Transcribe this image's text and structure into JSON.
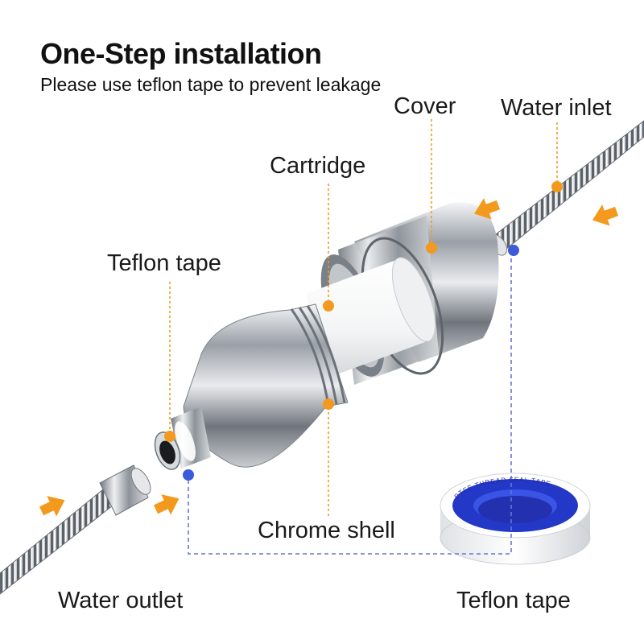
{
  "heading": {
    "title": "One-Step installation",
    "subtitle": "Please use teflon tape to prevent leakage"
  },
  "labels": {
    "cover": "Cover",
    "water_inlet": "Water inlet",
    "cartridge": "Cartridge",
    "teflon_tape_top": "Teflon tape",
    "chrome_shell": "Chrome shell",
    "water_outlet": "Water outlet",
    "teflon_tape_bottom": "Teflon tape"
  },
  "tape_ring_text": "PTFE THREAD SEAL TAPE",
  "colors": {
    "accent_orange": "#f39a1e",
    "marker_blue": "#3b5bdb",
    "tape_blue": "#2438c8",
    "chrome": "#b8bcc2"
  },
  "icons": [
    "arrow-right-icon",
    "arrow-left-icon"
  ]
}
